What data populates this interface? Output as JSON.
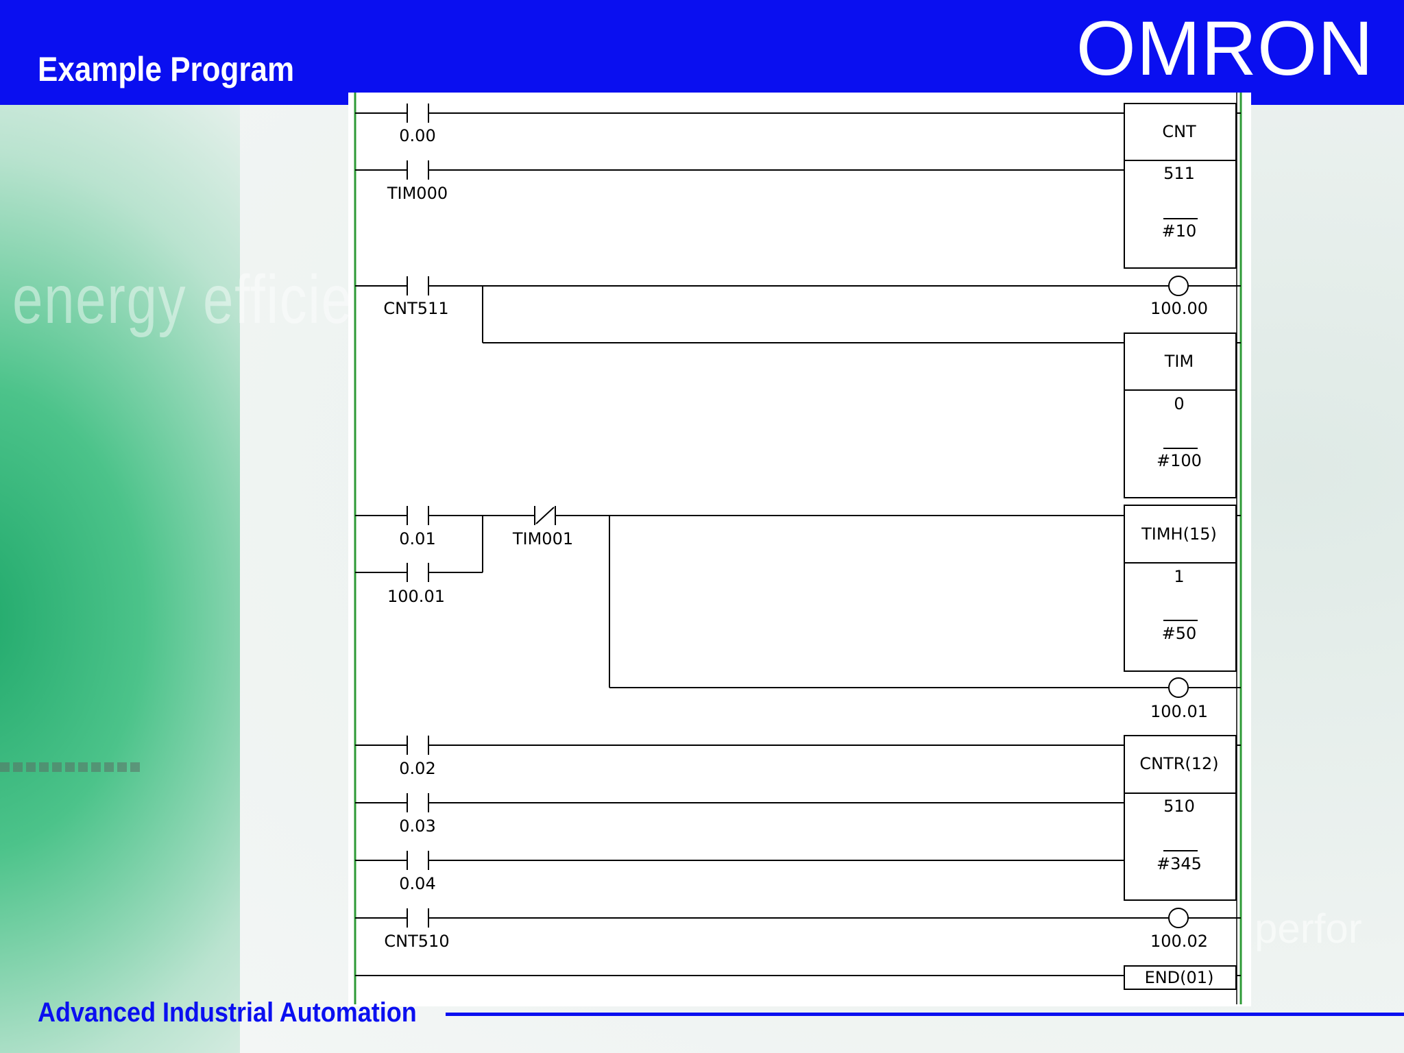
{
  "header": {
    "title": "Example Program",
    "logo": "OMRON"
  },
  "footer": {
    "text": "Advanced Industrial Automation"
  },
  "background": {
    "ghost_text": "energy efficiency",
    "ghost_text_2": "perfor"
  },
  "colors": {
    "brand_blue": "#0a0ff0",
    "rail_green": "#2e9a36"
  },
  "ladder": {
    "contacts": {
      "c1": "0.00",
      "c2": "TIM000",
      "c3": "CNT511",
      "c4": "0.01",
      "c5": "100.01",
      "c6": "TIM001",
      "c7": "0.02",
      "c8": "0.03",
      "c9": "0.04",
      "c10": "CNT510"
    },
    "coils": {
      "o1": "100.00",
      "o2": "100.01",
      "o3": "100.02"
    },
    "blocks": {
      "cnt": {
        "name": "CNT",
        "num": "511",
        "set": "#10"
      },
      "tim": {
        "name": "TIM",
        "num": "0",
        "set": "#100"
      },
      "timh": {
        "name": "TIMH(15)",
        "num": "1",
        "set": "#50"
      },
      "cntr": {
        "name": "CNTR(12)",
        "num": "510",
        "set": "#345"
      },
      "end": {
        "name": "END(01)"
      }
    }
  }
}
